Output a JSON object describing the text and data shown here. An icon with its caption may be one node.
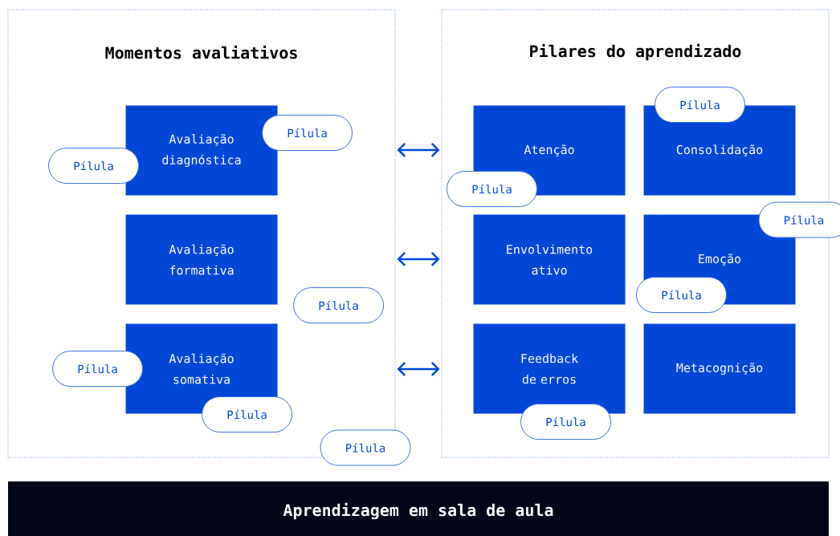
{
  "diagram": {
    "nodes": [
      {
        "text": [
          "Momentos avaliativos"
        ]
      },
      {
        "text": [
          "Avaliação diagnóstica"
        ],
        "in": 0
      },
      {
        "text": [
          "Pílula"
        ],
        "in": 0
      },
      {
        "text": [
          "Pílula"
        ],
        "in": 0
      },
      {
        "text": [
          "Avaliação formativa"
        ],
        "in": 0
      },
      {
        "text": [
          "Pílula"
        ],
        "in": 0
      },
      {
        "text": [
          "Avaliação somativa"
        ],
        "in": 0
      },
      {
        "text": [
          "Pílula"
        ],
        "in": 0
      },
      {
        "text": [
          "Pílula"
        ],
        "in": 0
      },
      {
        "text": [
          "Pílula"
        ]
      },
      {
        "text": [
          "Pilares do aprendizado"
        ]
      },
      {
        "text": [
          "Atenção"
        ],
        "in": 10
      },
      {
        "text": [
          "Pílula"
        ],
        "in": 10
      },
      {
        "text": [
          "Consolidação"
        ],
        "in": 10
      },
      {
        "text": [
          "Pílula"
        ],
        "in": 10
      },
      {
        "text": [
          "Envolvimento ativo"
        ],
        "in": 10
      },
      {
        "text": [
          "Emoção"
        ],
        "in": 10
      },
      {
        "text": [
          "Pílula"
        ]
      },
      {
        "text": [
          "Pílula"
        ],
        "in": 10
      },
      {
        "text": [
          "Feedback de erros"
        ],
        "in": 10
      },
      {
        "text": [
          "Pílula"
        ],
        "in": 10
      },
      {
        "text": [
          "Metacognição"
        ],
        "in": 10
      },
      {
        "text": [
          "Aprendizagem em sala de aula"
        ]
      }
    ],
    "edges": [
      {
        "from": 0,
        "to": 10,
        "arrow": "both"
      },
      {
        "from": 0,
        "to": 10,
        "arrow": "both"
      },
      {
        "from": 0,
        "to": 10,
        "arrow": "both"
      }
    ]
  }
}
